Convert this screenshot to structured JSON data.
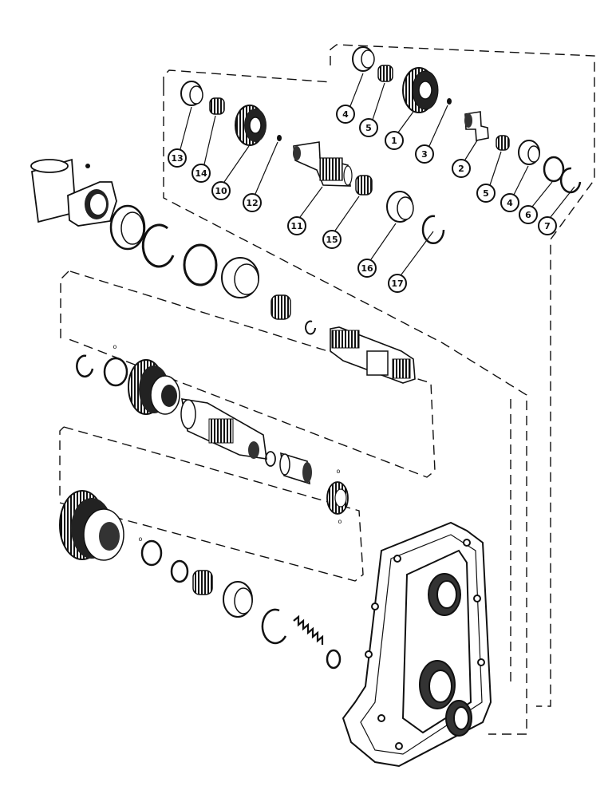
{
  "callouts": [
    {
      "id": "c1",
      "label": "1"
    },
    {
      "id": "c2",
      "label": "2"
    },
    {
      "id": "c3",
      "label": "3"
    },
    {
      "id": "c4a",
      "label": "4"
    },
    {
      "id": "c4b",
      "label": "4"
    },
    {
      "id": "c5a",
      "label": "5"
    },
    {
      "id": "c5b",
      "label": "5"
    },
    {
      "id": "c6",
      "label": "6"
    },
    {
      "id": "c7",
      "label": "7"
    },
    {
      "id": "c10",
      "label": "10"
    },
    {
      "id": "c11",
      "label": "11"
    },
    {
      "id": "c12",
      "label": "12"
    },
    {
      "id": "c13",
      "label": "13"
    },
    {
      "id": "c14",
      "label": "14"
    },
    {
      "id": "c15",
      "label": "15"
    },
    {
      "id": "c16",
      "label": "16"
    },
    {
      "id": "c17",
      "label": "17"
    }
  ],
  "colors": {
    "ink": "#111111",
    "paper": "#ffffff",
    "shade": "#555555"
  }
}
